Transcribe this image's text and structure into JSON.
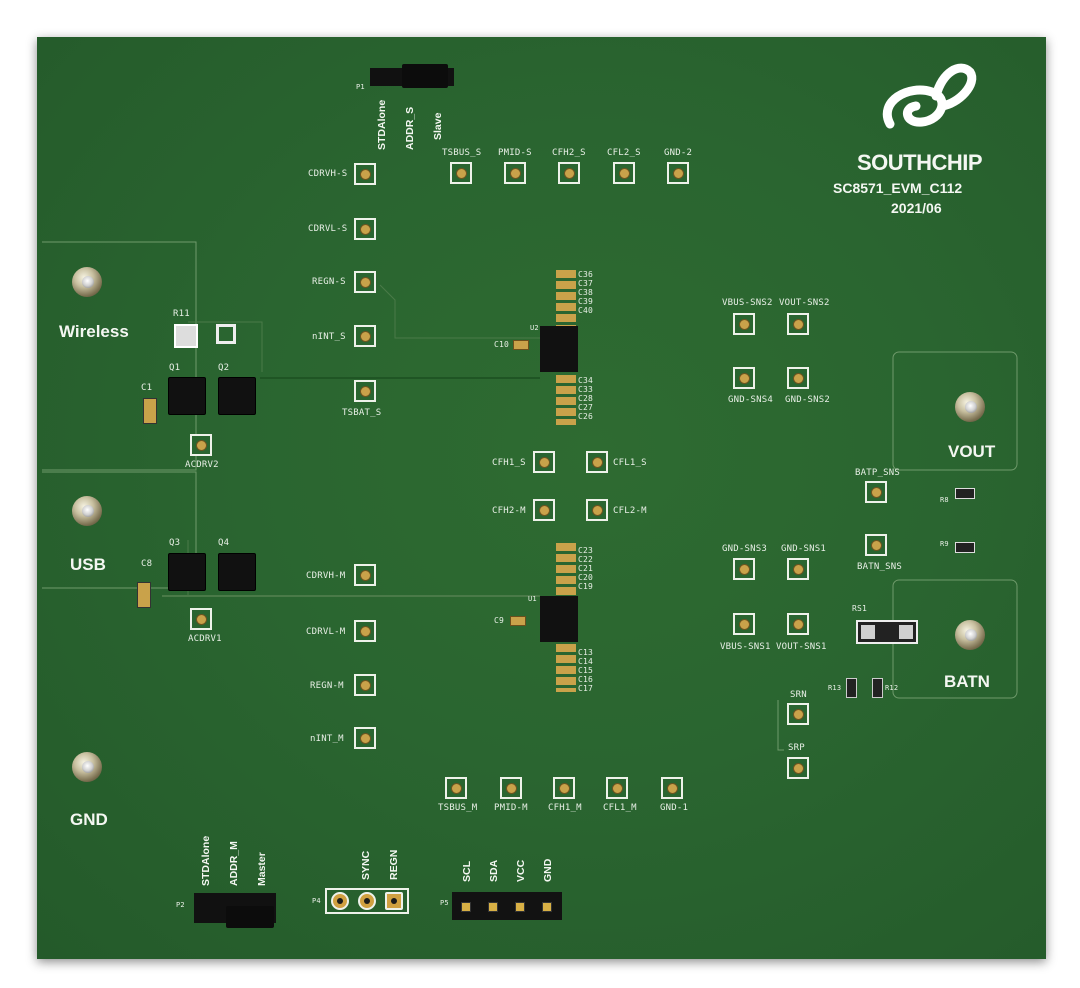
{
  "brand": {
    "company": "SOUTHCHIP",
    "board_id": "SC8571_EVM_C112",
    "date": "2021/06"
  },
  "terminals": {
    "wireless": "Wireless",
    "usb": "USB",
    "gnd": "GND",
    "vout": "VOUT",
    "batn": "BATN"
  },
  "jumper_top": {
    "designator": "P1",
    "pins": [
      "STDAlone",
      "ADDR_S",
      "Slave"
    ]
  },
  "jumper_bottom": {
    "designator": "P2",
    "pins": [
      "STDAlone",
      "ADDR_M",
      "Master"
    ]
  },
  "header_p4": {
    "designator": "P4",
    "pins": [
      "SYNC",
      "REGN"
    ]
  },
  "header_p5": {
    "designator": "P5",
    "pins": [
      "SCL",
      "SDA",
      "VCC",
      "GND"
    ]
  },
  "testpoints": {
    "slave_left": [
      "CDRVH-S",
      "CDRVL-S",
      "REGN-S",
      "nINT_S",
      "TSBAT_S"
    ],
    "slave_top": [
      "TSBUS_S",
      "PMID-S",
      "CFH2_S",
      "CFL2_S",
      "GND-2"
    ],
    "master_left": [
      "CDRVH-M",
      "CDRVL-M",
      "REGN-M",
      "nINT_M"
    ],
    "master_bottom": [
      "TSBUS_M",
      "PMID-M",
      "CFH1_M",
      "CFL1_M",
      "GND-1"
    ],
    "center": [
      "CFH1_S",
      "CFL1_S",
      "CFH2-M",
      "CFL2-M"
    ],
    "right_upper": [
      "VBUS-SNS2",
      "VOUT-SNS2",
      "GND-SNS4",
      "GND-SNS2"
    ],
    "right_lower": [
      "GND-SNS3",
      "GND-SNS1",
      "VBUS-SNS1",
      "VOUT-SNS1"
    ],
    "batt": [
      "BATP_SNS",
      "BATN_SNS"
    ],
    "sense": [
      "SRN",
      "SRP"
    ],
    "acdrv": [
      "ACDRV2",
      "ACDRV1"
    ]
  },
  "designators": {
    "r11": "R11",
    "c1": "C1",
    "c8": "C8",
    "q1": "Q1",
    "q2": "Q2",
    "q3": "Q3",
    "q4": "Q4",
    "u1": "U1",
    "u2": "U2",
    "c10": "C10",
    "c9": "C9",
    "r8": "R8",
    "r9": "R9",
    "rs1": "RS1",
    "r13": "R13",
    "r12": "R12",
    "caps_u2_top": [
      "C36",
      "C37",
      "C38",
      "C39",
      "C40"
    ],
    "caps_u2_bot": [
      "C34",
      "C33",
      "C28",
      "C27",
      "C26"
    ],
    "caps_u1_top": [
      "C23",
      "C22",
      "C21",
      "C20",
      "C19"
    ],
    "caps_u1_bot": [
      "C13",
      "C14",
      "C15",
      "C16",
      "C17"
    ]
  },
  "colors": {
    "pcb": "#2a6530",
    "silkscreen": "#eef2ea",
    "pad_gold": "#c9a24a"
  }
}
